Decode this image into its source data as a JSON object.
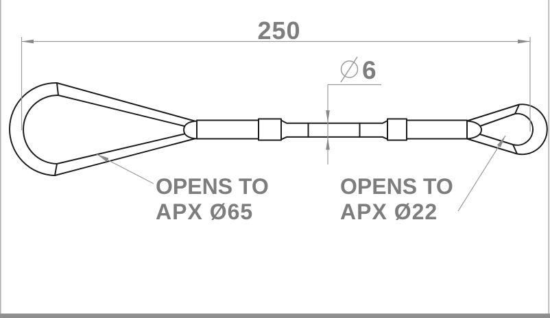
{
  "drawing": {
    "type": "technical-drawing",
    "subject": "wire lanyard with two swaged end loops",
    "dimensions": {
      "overall_length": {
        "value": "250"
      },
      "wire_diameter": {
        "symbol": "Ø",
        "value": "6"
      }
    },
    "annotations": {
      "left_loop": {
        "line1": "OPENS TO",
        "line2": "APX Ø65"
      },
      "right_loop": {
        "line1": "OPENS TO",
        "line2": "APX Ø22"
      }
    },
    "colors": {
      "part_line": "#1c1c1c",
      "dimension_line": "#9a9a9a",
      "annotation_text": "#7d7d7d",
      "arrow_fill": "#8a8a8a",
      "bottom_bar": "#8f8f8f",
      "side_border": "#ababab",
      "background": "#ffffff"
    }
  }
}
